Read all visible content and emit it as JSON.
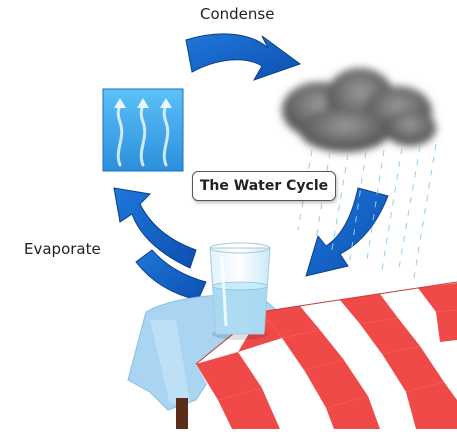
{
  "diagram": {
    "title": "The Water Cycle",
    "stages": {
      "condense": "Condense",
      "evaporate": "Evaporate"
    }
  },
  "icons": {
    "arrows": "curved-arrow-icon",
    "cloud": "rain-cloud-icon",
    "vapor": "vapor-square-icon",
    "glass": "glass-of-water-icon",
    "table": "checkered-table-icon"
  },
  "colors": {
    "arrow": "#1565c8",
    "vapor_box": "#3aa6f0",
    "cloud": "#6e6e6e",
    "rain": "#8fd0ec",
    "tablecloth_red": "#ef4a48",
    "tablecloth_white": "#ffffff",
    "table_blue": "#a9d4f2",
    "water": "#9fd5f0"
  }
}
